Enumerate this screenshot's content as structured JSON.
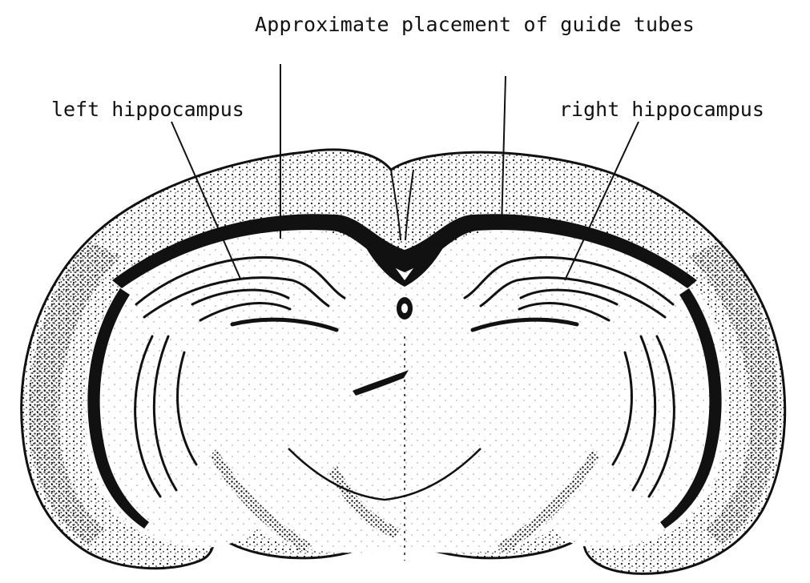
{
  "title": "Approximate placement of guide tubes",
  "labels": {
    "left": "left hippocampus",
    "right": "right hippocampus"
  },
  "colors": {
    "ink": "#111111",
    "stipple": "#1a1a1a",
    "background": "#ffffff"
  }
}
